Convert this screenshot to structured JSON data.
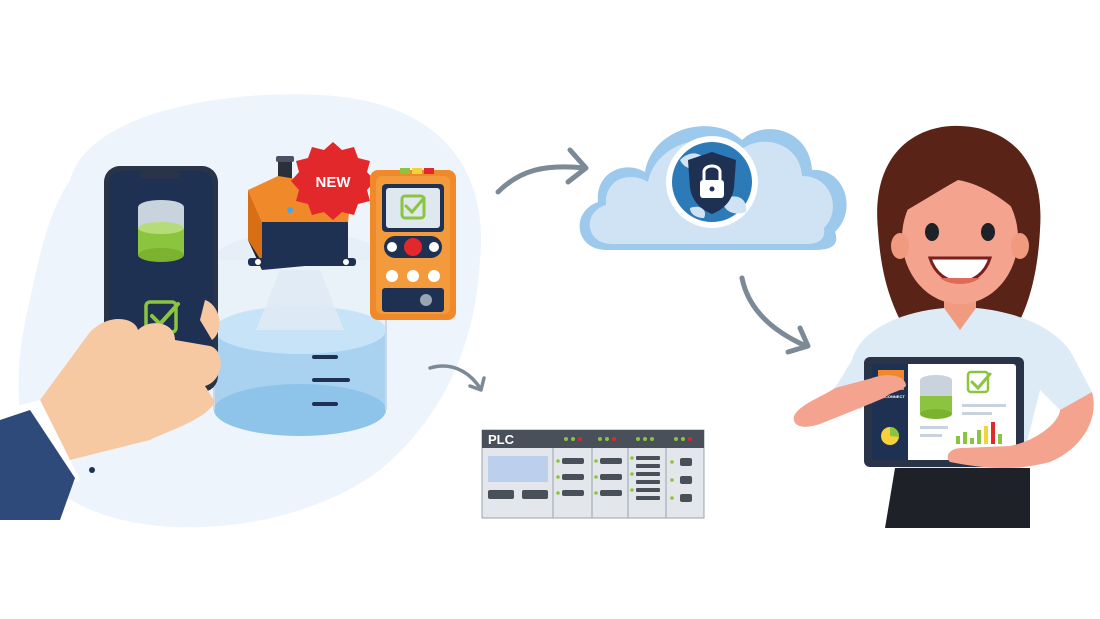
{
  "badges": {
    "new_label": "NEW"
  },
  "plc": {
    "label": "PLC"
  },
  "tablet": {
    "brand_text": "FULCONNECT"
  },
  "colors": {
    "orange": "#f0892a",
    "navy": "#1f3153",
    "green": "#8bc53f",
    "cloud": "#cfe3f5",
    "arrow": "#7c8a98",
    "red_badge": "#e3282b",
    "skin": "#f4a48e",
    "hair": "#5a2318"
  },
  "icons": [
    "smartphone-icon",
    "tank-icon",
    "checkmark-icon",
    "sensor-icon",
    "controller-icon",
    "cloud-icon",
    "shield-lock-icon",
    "plc-icon",
    "tablet-icon",
    "person-icon",
    "hand-icon",
    "arrow-icon"
  ]
}
